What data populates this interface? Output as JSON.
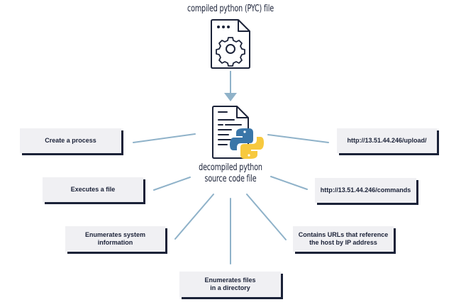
{
  "diagram": {
    "top_node": {
      "label": "compiled python (PYC) file",
      "icon": "gear-file-icon"
    },
    "center_node": {
      "label_line1": "decompiled python",
      "label_line2": "source code file",
      "icon": "python-source-file-icon"
    },
    "arrow": "down-arrow",
    "behaviors": [
      {
        "id": "create-process",
        "line1": "Create a process",
        "line2": ""
      },
      {
        "id": "executes-file",
        "line1": "Executes a file",
        "line2": ""
      },
      {
        "id": "enumerates-system",
        "line1": "Enumerates system",
        "line2": "information"
      },
      {
        "id": "enumerates-files",
        "line1": "Enumerates files",
        "line2": "in a directory"
      },
      {
        "id": "contains-urls",
        "line1": "Contains URLs that reference",
        "line2": "the host by IP address"
      },
      {
        "id": "url-commands",
        "line1": "http://13.51.44.246/commands",
        "line2": ""
      },
      {
        "id": "url-upload",
        "line1": "http://13.51.44.246/upload/",
        "line2": ""
      }
    ],
    "colors": {
      "text": "#1b2238",
      "box_fill": "#f0f0f3",
      "box_shadow": "#1b2238",
      "connector": "#8fb2c9",
      "python_blue": "#3a76a8",
      "python_yellow": "#f7c93e"
    }
  }
}
